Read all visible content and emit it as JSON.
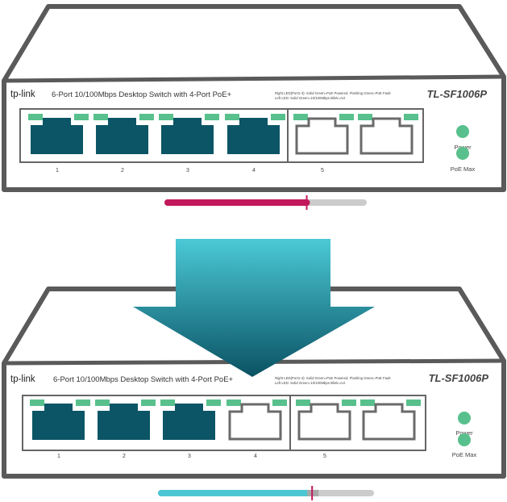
{
  "colors": {
    "port_fill": "#0b5566",
    "led_green": "#58c08c",
    "outline": "#555555",
    "bar_magenta": "#c2185b",
    "bar_cyan": "#4dc6d4",
    "bar_track": "#cccccc",
    "arrow_top": "#4bc9d6",
    "arrow_bottom": "#0a5263"
  },
  "switches": [
    {
      "brand": "tp-link",
      "description": "6-Port 10/100Mbps Desktop Switch with 4-Port PoE+",
      "model": "TL-SF1006P",
      "led_legend_right": "Right LED(Port1-4):  Solid Green=PoE Powered, Flashing Green=PoE Fault",
      "led_legend_left": "Left LED:  Solid Green=10/100Mbps  Blink=Act",
      "ports": [
        {
          "label": "1",
          "poe_active": true
        },
        {
          "label": "2",
          "poe_active": true
        },
        {
          "label": "3",
          "poe_active": true
        },
        {
          "label": "4",
          "poe_active": true
        },
        {
          "label": "5",
          "poe_active": false
        },
        {
          "label": "",
          "poe_active": false
        }
      ],
      "indicators": [
        "Power",
        "PoE Max"
      ],
      "power_budget_fraction": 0.71,
      "bar_color": "magenta"
    },
    {
      "brand": "tp-link",
      "description": "6-Port 10/100Mbps Desktop Switch with 4-Port PoE+",
      "model": "TL-SF1006P",
      "led_legend_right": "Right LED(Port1-4):  Solid Green=PoE Powered, Flashing Green=PoE Fault",
      "led_legend_left": "Left LED:  Solid Green=10/100Mbps  Blink=Act",
      "ports": [
        {
          "label": "1",
          "poe_active": true
        },
        {
          "label": "2",
          "poe_active": true
        },
        {
          "label": "3",
          "poe_active": true
        },
        {
          "label": "4",
          "poe_active": false
        },
        {
          "label": "5",
          "poe_active": false
        },
        {
          "label": "",
          "poe_active": false
        }
      ],
      "indicators": [
        "Power",
        "PoE Max"
      ],
      "power_budget_fraction": 0.72,
      "bar_color": "cyan"
    }
  ]
}
